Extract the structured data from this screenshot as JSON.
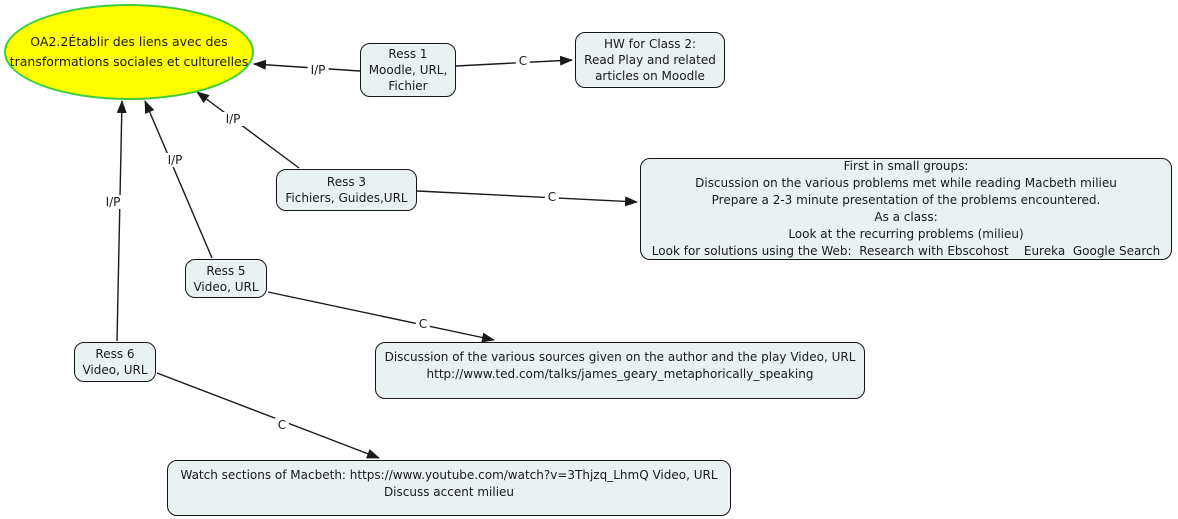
{
  "diagram": {
    "root": {
      "text": "OA2.2Établir des liens avec des\ntransformations sociales et culturelles"
    },
    "nodes": {
      "ress1": {
        "text": "Ress 1\nMoodle, URL,\nFichier"
      },
      "hw_class2": {
        "text": "HW for Class 2:\nRead Play and related\narticles on Moodle"
      },
      "ress3": {
        "text": "Ress 3\nFichiers, Guides,URL"
      },
      "small_groups": {
        "text": "First in small groups:\nDiscussion on the various problems met while reading Macbeth milieu\nPrepare a 2-3 minute presentation of the problems encountered.\nAs a class:\nLook at the recurring problems (milieu)\nLook for solutions using the Web:  Research with Ebscohost    Eureka  Google Search"
      },
      "ress5": {
        "text": "Ress 5\nVideo, URL"
      },
      "discussion_sources": {
        "text": "Discussion of the various sources given on the author and the play Video, URL\nhttp://www.ted.com/talks/james_geary_metaphorically_speaking"
      },
      "ress6": {
        "text": "Ress 6\nVideo, URL"
      },
      "watch_macbeth": {
        "text": "Watch sections of Macbeth: https://www.youtube.com/watch?v=3Thjzq_LhmQ Video, URL\nDiscuss accent milieu"
      }
    },
    "links": {
      "ress1_to_root": {
        "label": "I/P"
      },
      "ress3_to_root": {
        "label": "I/P"
      },
      "ress5_to_root": {
        "label": "I/P"
      },
      "ress6_to_root": {
        "label": "I/P"
      },
      "ress1_to_hw": {
        "label": "C"
      },
      "ress3_to_small_groups": {
        "label": "C"
      },
      "ress5_to_discussion": {
        "label": "C"
      },
      "ress6_to_macbeth": {
        "label": "C"
      }
    },
    "colors": {
      "root_fill": "#ffff00",
      "root_border": "#3ecc3e",
      "node_fill": "#e9f1f2",
      "node_border": "#161616",
      "arrow_color": "#1a1a1a"
    }
  }
}
